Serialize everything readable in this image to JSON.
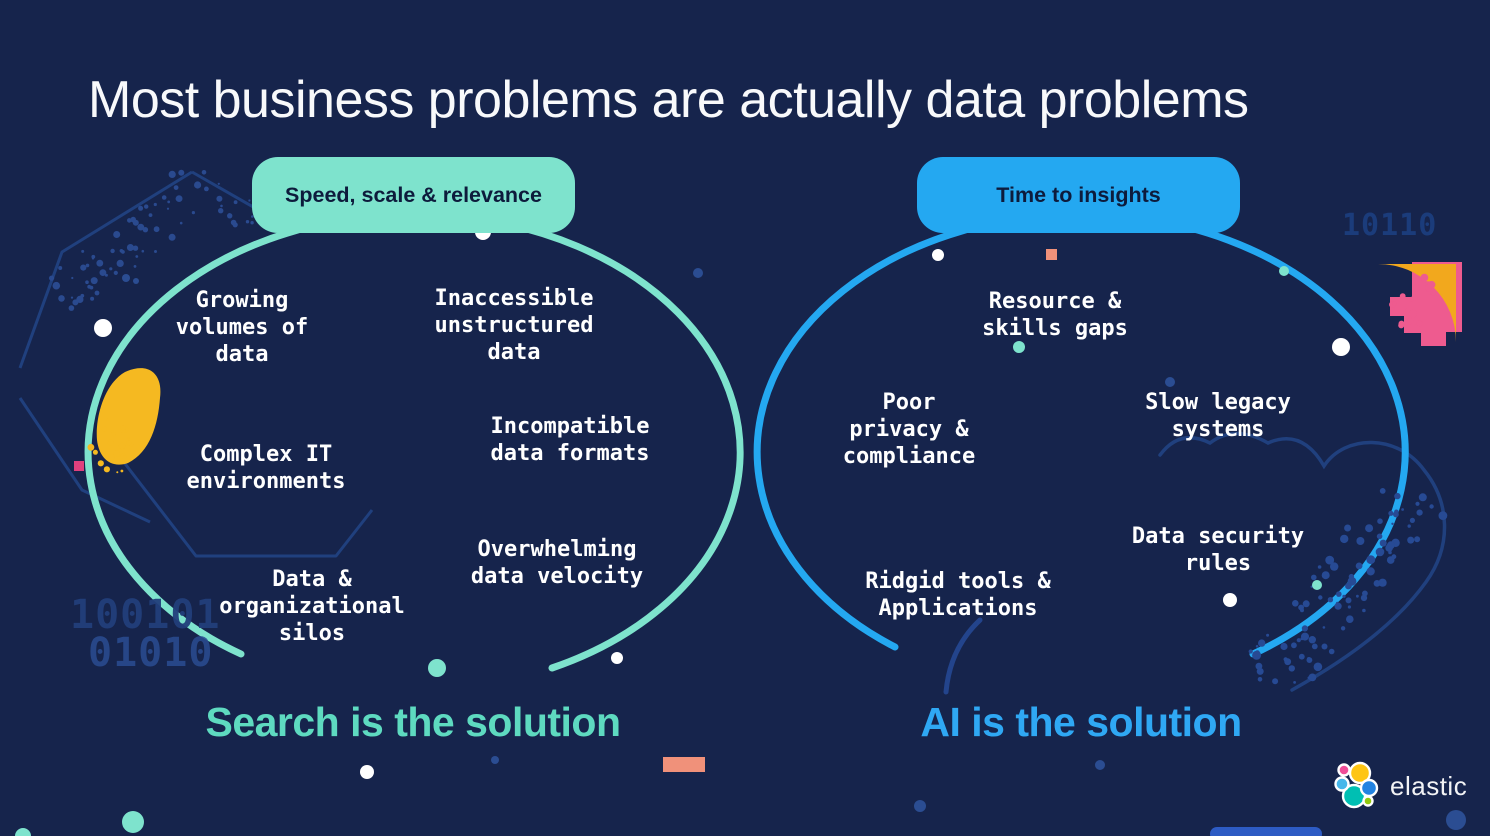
{
  "title": "Most business problems are actually data problems",
  "left": {
    "pill_label": "Speed, scale & relevance",
    "problems": [
      "Growing\nvolumes of\ndata",
      "Inaccessible\nunstructured\ndata",
      "Complex IT\nenvironments",
      "Incompatible\ndata formats",
      "Overwhelming\ndata velocity",
      "Data &\norganizational\nsilos"
    ],
    "solution": "Search is the solution"
  },
  "right": {
    "pill_label": "Time to insights",
    "problems": [
      "Resource &\nskills gaps",
      "Poor\nprivacy &\ncompliance",
      "Slow legacy\nsystems",
      "Ridgid tools &\nApplications",
      "Data security\nrules"
    ],
    "solution": "AI is the solution"
  },
  "decor_text": {
    "binary_top_right": "10110",
    "binary_bottom_left_line1": "100101",
    "binary_bottom_left_line2": "01010"
  },
  "logo": {
    "label": "elastic"
  },
  "colors": {
    "background": "#16244c",
    "teal": "#7ee3cd",
    "blue": "#24a8f1",
    "teal_text": "#5edac0",
    "blue_text": "#2fa8f4",
    "pill_text": "#0d1b3c",
    "yellow": "#f5b921",
    "pink": "#ee5b8f",
    "salmon": "#f0917a",
    "decor_blue": "#20407e"
  }
}
